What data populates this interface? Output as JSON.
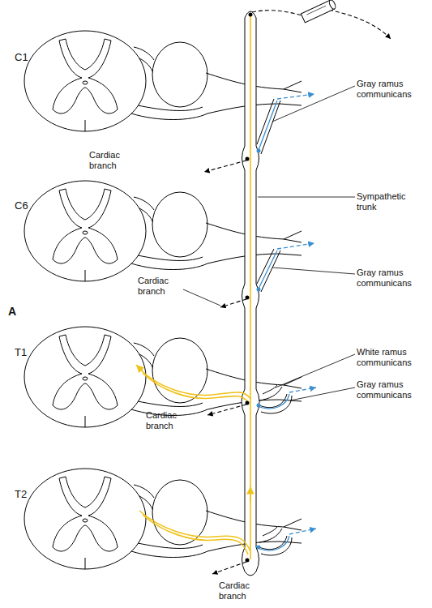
{
  "diagram": {
    "labels": [
      "C1",
      "Gray ramus communicans",
      "Cardiac branch",
      "Sympathetic trunk",
      "C6",
      "Gray ramus communicans",
      "A",
      "Cardiac branch",
      "T1",
      "White ramus communicans",
      "Gray ramus communicans",
      "Cardiac branch",
      "T2",
      "Cardiac branch"
    ]
  }
}
